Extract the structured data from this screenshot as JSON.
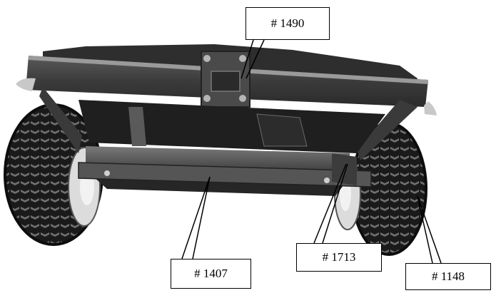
{
  "callouts": [
    {
      "id": "c1490",
      "label": "# 1490"
    },
    {
      "id": "c1407",
      "label": "# 1407"
    },
    {
      "id": "c1713",
      "label": "# 1713"
    },
    {
      "id": "c1148",
      "label": "# 1148"
    }
  ],
  "colors": {
    "frame": "#3d3d3d",
    "frame_highlight": "#8a8a8a",
    "tire": "#1a1a1a",
    "rim": "#e8e8e8",
    "background": "#ffffff"
  }
}
